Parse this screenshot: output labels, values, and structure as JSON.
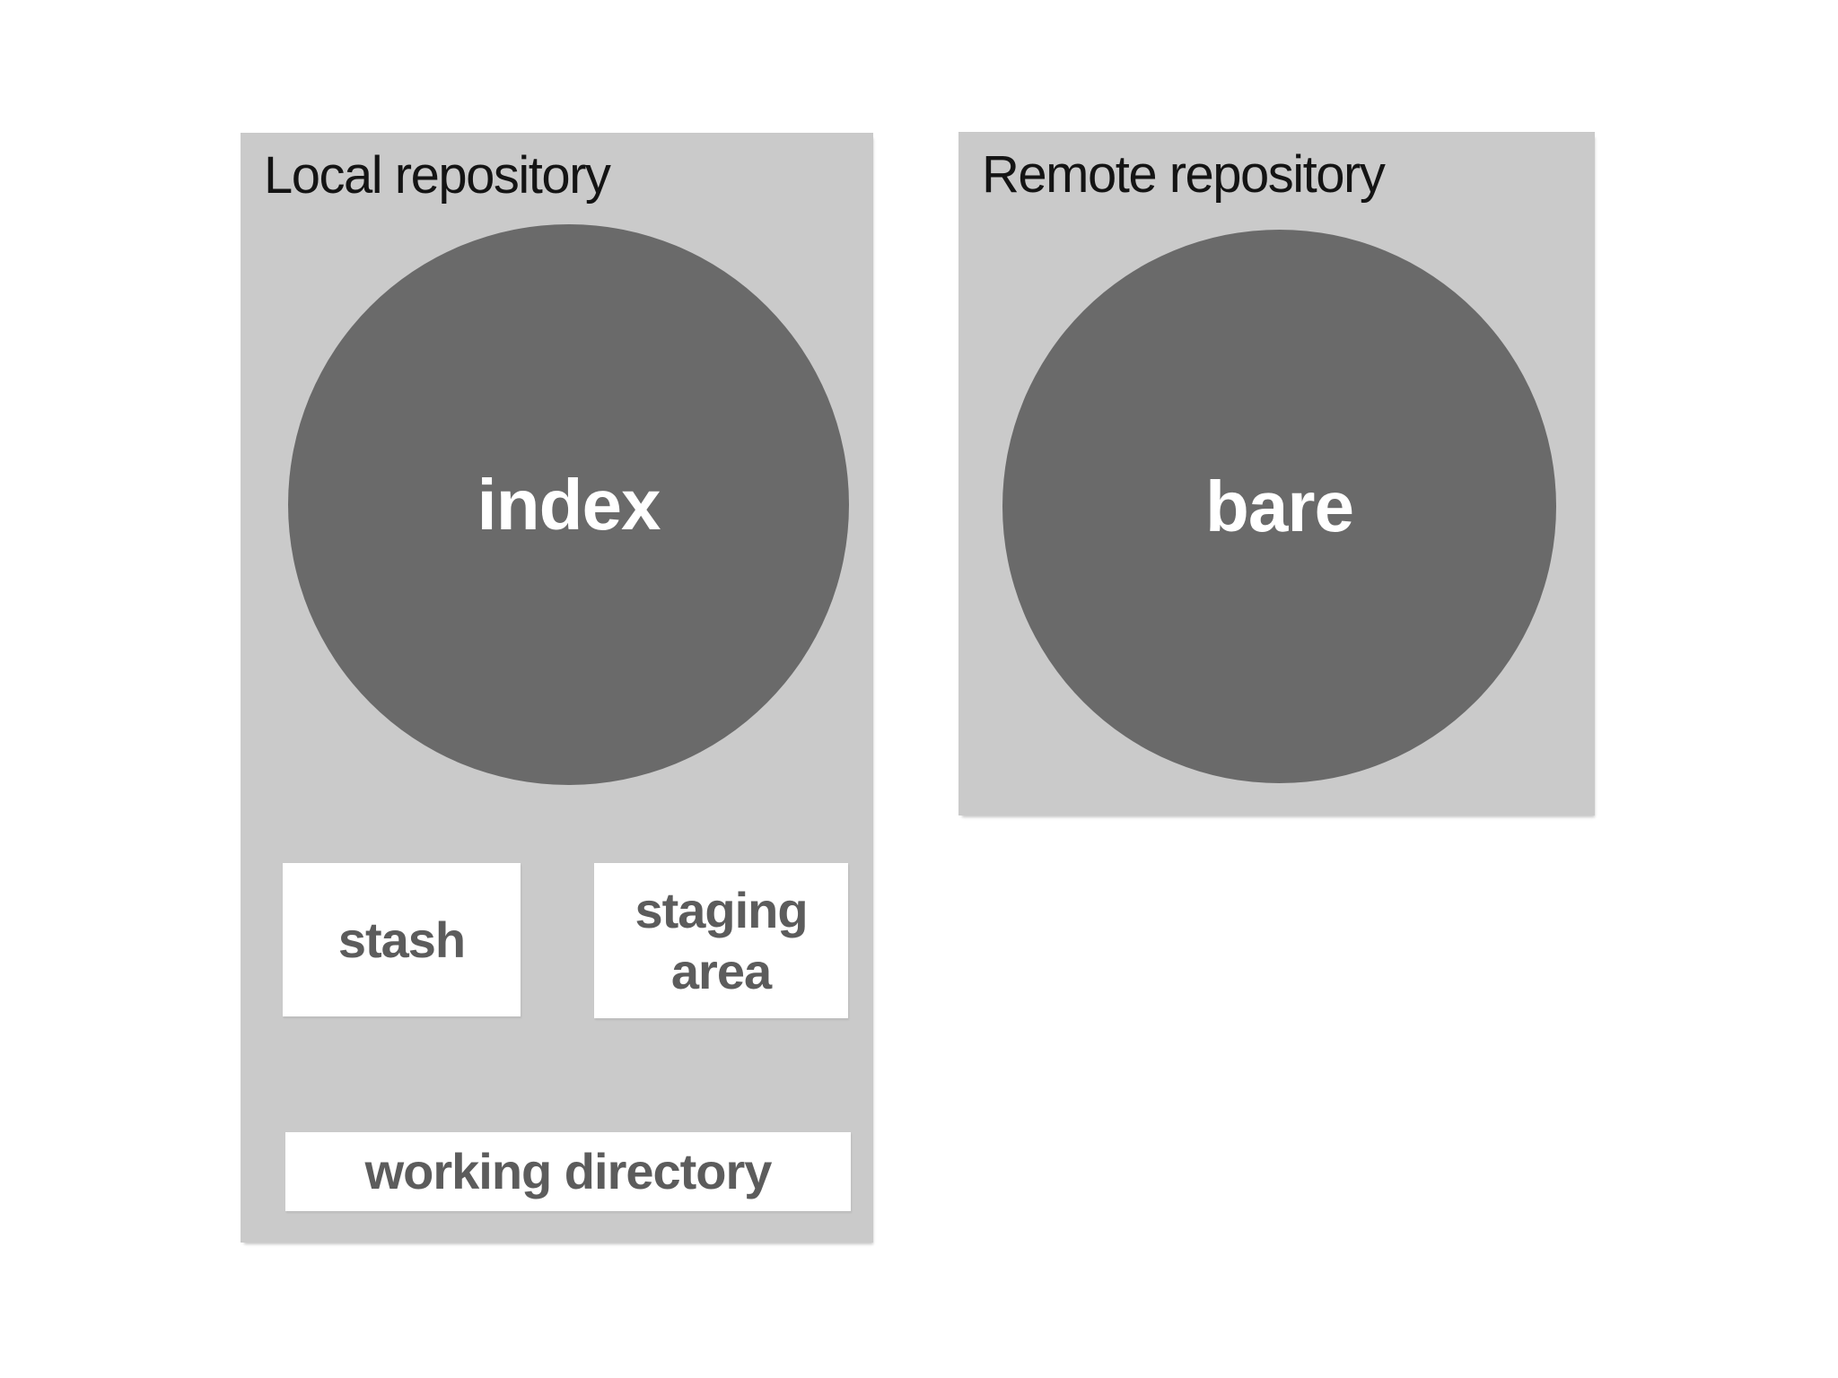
{
  "colors": {
    "page_bg": "#ffffff",
    "panel_bg": "#cacaca",
    "circle_fill": "#6a6a6a",
    "white_box_bg": "#ffffff",
    "box_label_text": "#5c5c5c",
    "title_text": "#141414",
    "circle_label_text": "#ffffff"
  },
  "local_repository": {
    "title": "Local repository",
    "circle_label": "index",
    "stash_label": "stash",
    "staging_label": "staging area",
    "working_label": "working directory"
  },
  "remote_repository": {
    "title": "Remote repository",
    "circle_label": "bare"
  }
}
